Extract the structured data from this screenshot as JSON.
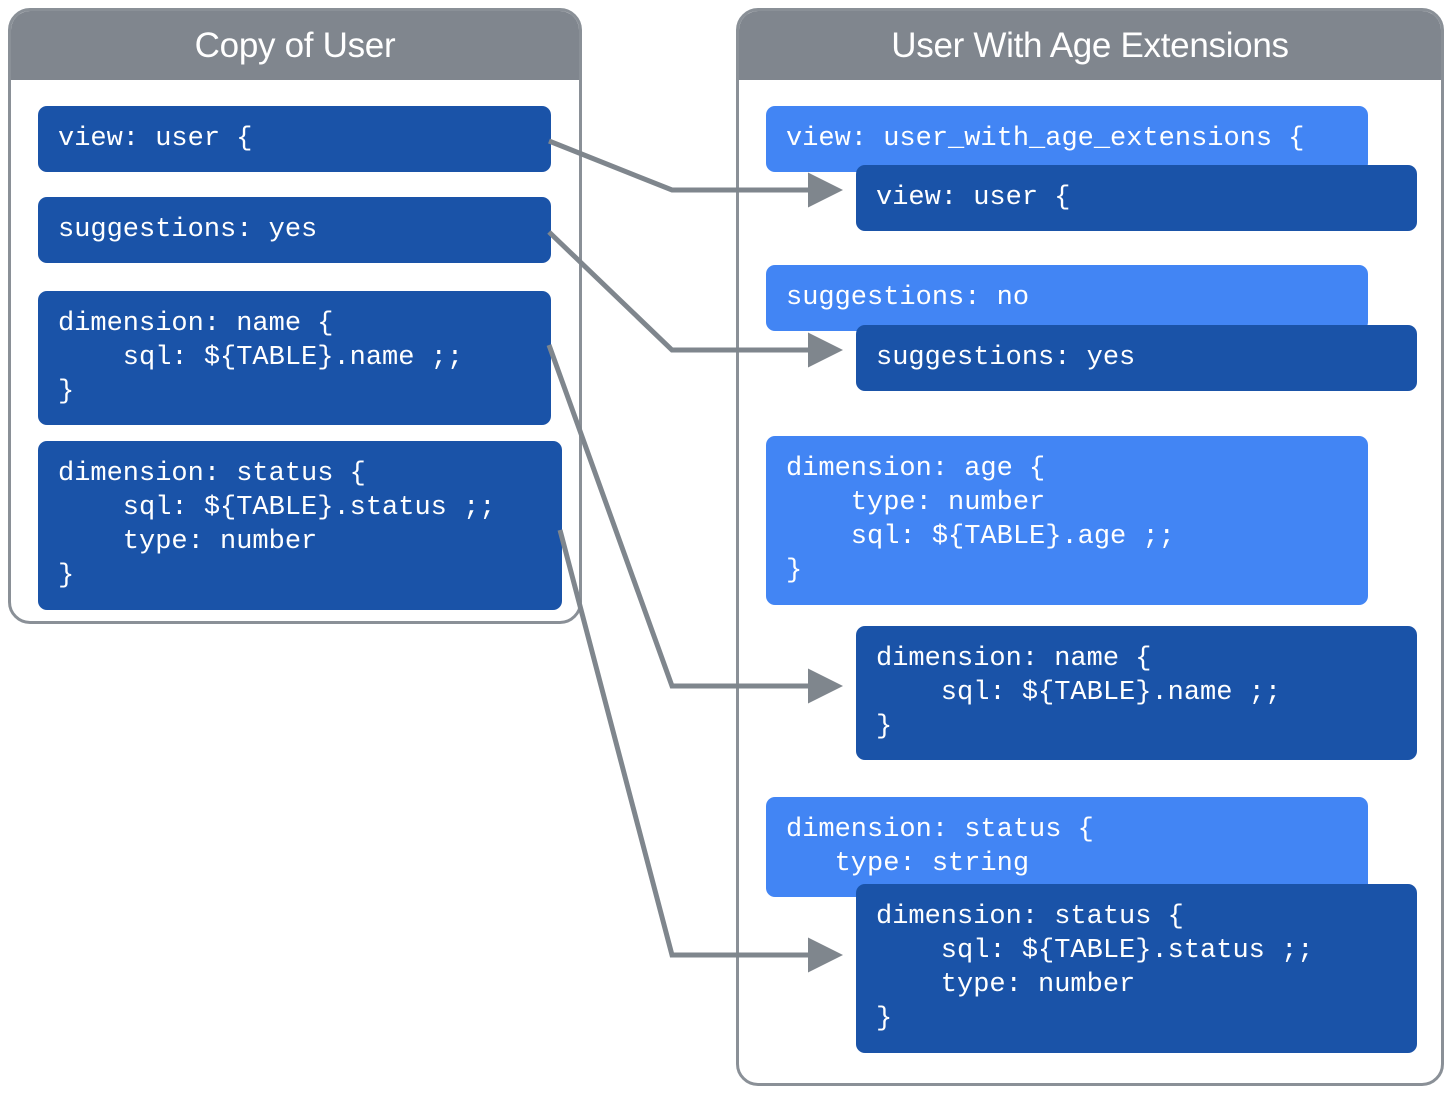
{
  "diagram": {
    "title": "LookML view extension diagram",
    "colors": {
      "panel_border": "#8a9097",
      "header_gray": "#80868e",
      "card_dark_blue": "#1a53a8",
      "card_light_blue": "#4285f4",
      "connector_gray": "#7f868d",
      "background": "#ffffff",
      "text_white": "#ffffff"
    }
  },
  "left_panel": {
    "title": "Copy of User",
    "cards": [
      {
        "id": "left-view",
        "variant": "dark",
        "text": "view: user {"
      },
      {
        "id": "left-suggestions",
        "variant": "dark",
        "text": "suggestions: yes"
      },
      {
        "id": "left-dimension-name",
        "variant": "dark",
        "text": "dimension: name {\n    sql: ${TABLE}.name ;;\n}"
      },
      {
        "id": "left-dimension-status",
        "variant": "dark",
        "text": "dimension: status {\n    sql: ${TABLE}.status ;;\n    type: number\n}"
      }
    ]
  },
  "right_panel": {
    "title": "User With Age Extensions",
    "cards": [
      {
        "id": "right-view-extension",
        "variant": "light",
        "text": "view: user_with_age_extensions {"
      },
      {
        "id": "right-view-base",
        "variant": "dark",
        "text": "view: user {"
      },
      {
        "id": "right-suggestions-no",
        "variant": "light",
        "text": "suggestions: no"
      },
      {
        "id": "right-suggestions-yes",
        "variant": "dark",
        "text": "suggestions: yes"
      },
      {
        "id": "right-dimension-age",
        "variant": "light",
        "text": "dimension: age {\n    type: number\n    sql: ${TABLE}.age ;;\n}"
      },
      {
        "id": "right-dimension-name",
        "variant": "dark",
        "text": "dimension: name {\n    sql: ${TABLE}.name ;;\n}"
      },
      {
        "id": "right-dimension-status-light",
        "variant": "light",
        "text": "dimension: status {\n   type: string"
      },
      {
        "id": "right-dimension-status-dark",
        "variant": "dark",
        "text": "dimension: status {\n    sql: ${TABLE}.status ;;\n    type: number\n}"
      }
    ]
  },
  "connectors": [
    {
      "id": "conn-view",
      "from": "left-view",
      "to": "right-view-base"
    },
    {
      "id": "conn-suggestions",
      "from": "left-suggestions",
      "to": "right-suggestions-yes"
    },
    {
      "id": "conn-name",
      "from": "left-dimension-name",
      "to": "right-dimension-name"
    },
    {
      "id": "conn-status",
      "from": "left-dimension-status",
      "to": "right-dimension-status-dark"
    }
  ]
}
